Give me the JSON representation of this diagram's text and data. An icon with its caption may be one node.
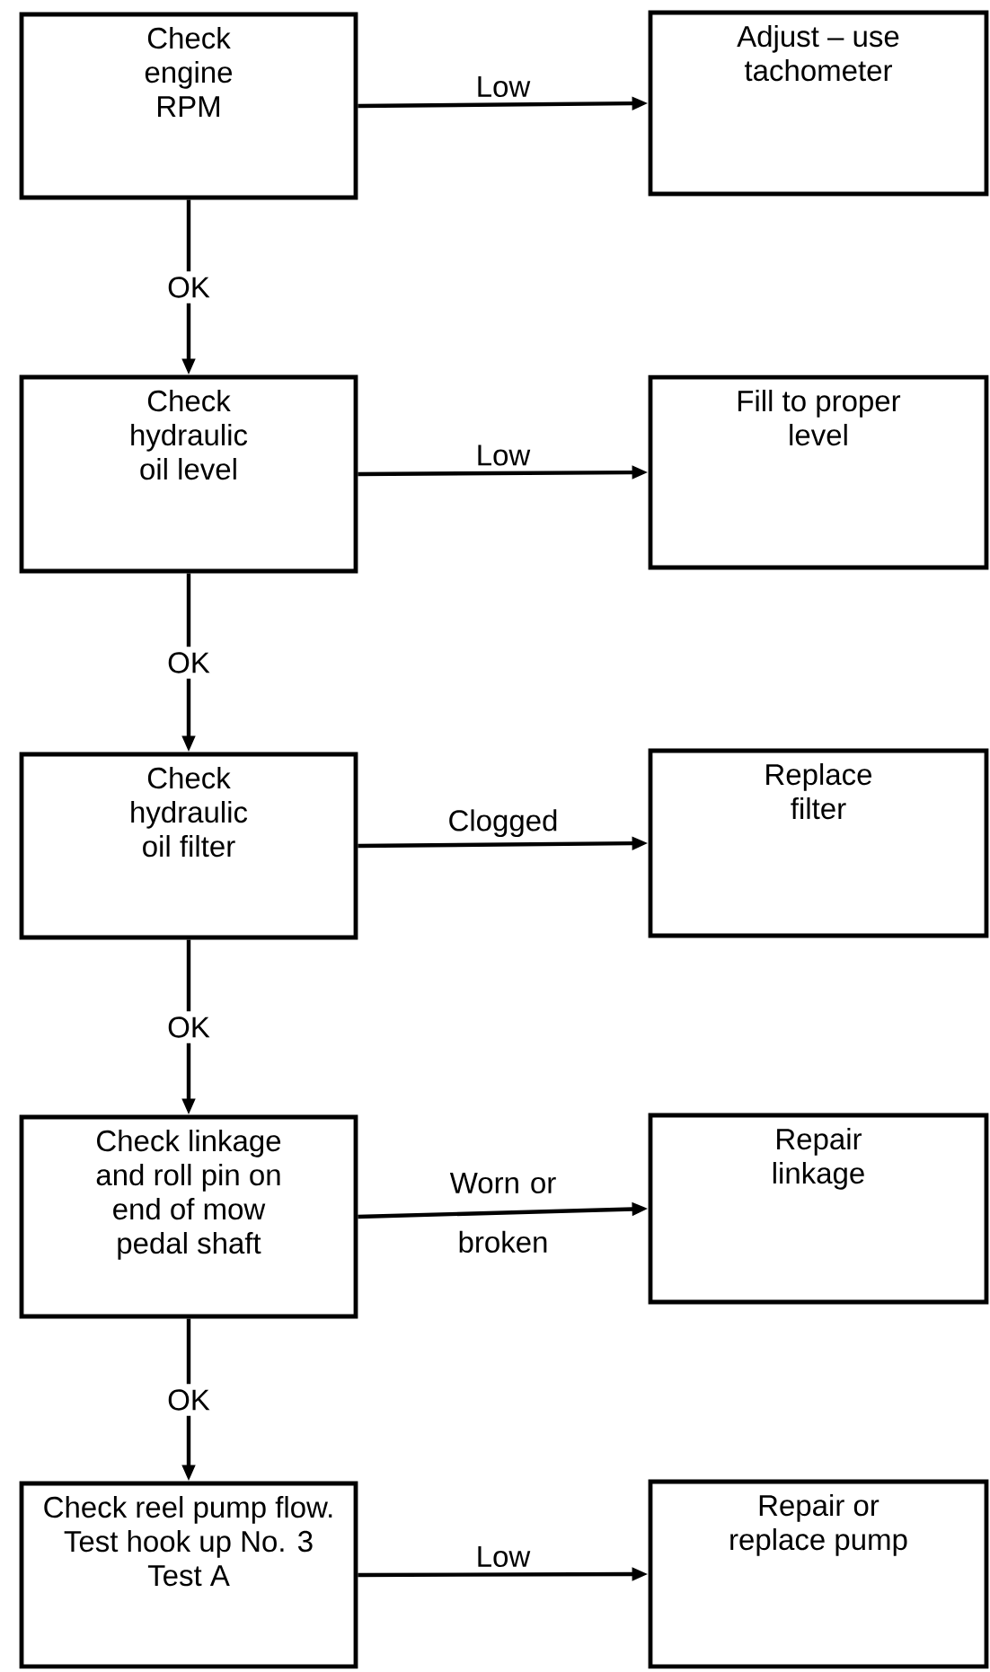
{
  "diagram": {
    "nodes": [
      {
        "text": [
          "Check engine RPM"
        ]
      },
      {
        "text": [
          "Adjust – use tachometer"
        ]
      },
      {
        "text": [
          "Check hydraulic oil level"
        ]
      },
      {
        "text": [
          "Fill to proper level"
        ]
      },
      {
        "text": [
          "Check hydraulic oil filter"
        ]
      },
      {
        "text": [
          "Replace filter"
        ]
      },
      {
        "text": [
          "Check linkage and roll pin on end of mow pedal shaft"
        ]
      },
      {
        "text": [
          "Repair linkage"
        ]
      },
      {
        "text": [
          "Check reel pump flow. Test hook up No. 3 Test A"
        ]
      },
      {
        "text": [
          "Repair or replace pump"
        ]
      }
    ],
    "edges": [
      {
        "from": 0,
        "to": 1,
        "arrow": "to",
        "label": "Low"
      },
      {
        "from": 0,
        "to": 2,
        "arrow": "to",
        "label": "OK"
      },
      {
        "from": 2,
        "to": 3,
        "arrow": "to",
        "label": "Low"
      },
      {
        "from": 2,
        "to": 4,
        "arrow": "to",
        "label": "OK"
      },
      {
        "from": 4,
        "to": 5,
        "arrow": "to",
        "label": "Clogged"
      },
      {
        "from": 4,
        "to": 6,
        "arrow": "to",
        "label": "OK"
      },
      {
        "from": 6,
        "to": 7,
        "arrow": "to",
        "label": "Worn or broken"
      },
      {
        "from": 6,
        "to": 8,
        "arrow": "to",
        "label": "OK"
      },
      {
        "from": 8,
        "to": 9,
        "arrow": "to",
        "label": "Low"
      }
    ]
  }
}
